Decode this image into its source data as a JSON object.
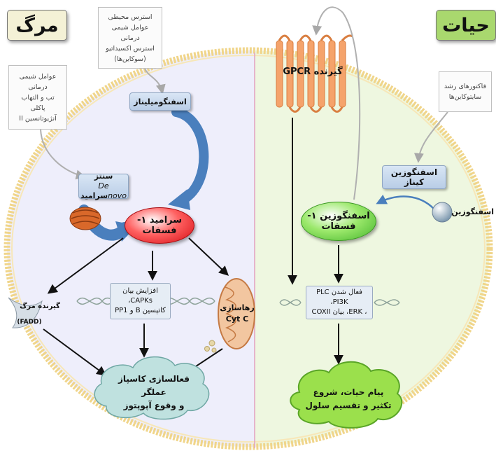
{
  "titles": {
    "death": "مرگ",
    "life": "حیات"
  },
  "death_side": {
    "stress_note": [
      "استرس محیطی",
      "عوامل شیمی درمانی",
      "استرس اکسیداتیو",
      "(سوکاین‌ها)"
    ],
    "drugs_note": [
      "عوامل شیمی درمانی",
      "تب و التهاب",
      "پاکلی",
      "آنژیوتانسین II"
    ],
    "sphingomyelinase": "اسفنگومیلیناز",
    "synthesis_line1": "سنتز",
    "synthesis_line2_italic": "De novo",
    "synthesis_line2": "سرامید",
    "ceramide": "سرامید ۱-فسفات",
    "death_receptor": "گیرنده مرگ",
    "fadd": "(FADD)",
    "capks_line1": "افزایش بیان CAPKs،",
    "capks_line2": "کاتپسین B و PP1",
    "cytc_line1": "رهاسازی",
    "cytc_line2": "Cyt C",
    "caspase_line1": "فعالسازی کاسپاز عملگر",
    "caspase_line2": "و وقوع آپوپتوز"
  },
  "life_side": {
    "gpcr": "گیرنده GPCR",
    "growth_note": [
      "فاکتورهای رشد",
      "سایتوکاین‌ها"
    ],
    "sphk": "اسفنگوزین کیناز",
    "sphingosine": "اسفنگوزین",
    "s1p": "اسفنگوزین ۱-فسفات",
    "activation_line1": "فعال شدن PLC ،PI3K",
    "activation_line2": "، ERK، بیان COXII",
    "survival_line1": "پیام حیات، شروع",
    "survival_line2": "تکثیر و تقسیم سلول"
  },
  "colors": {
    "death_bg": "#eeeefb",
    "life_bg": "#eef7e0",
    "death_title": "#f4f1d6",
    "life_title": "#a9d86e",
    "ceramide_red": "#ee1c24",
    "s1p_green": "#7ed957",
    "gpcr_orange": "#f5a36b",
    "arrow_blue": "#4a7fbd",
    "divider": "#e3a0c0"
  }
}
